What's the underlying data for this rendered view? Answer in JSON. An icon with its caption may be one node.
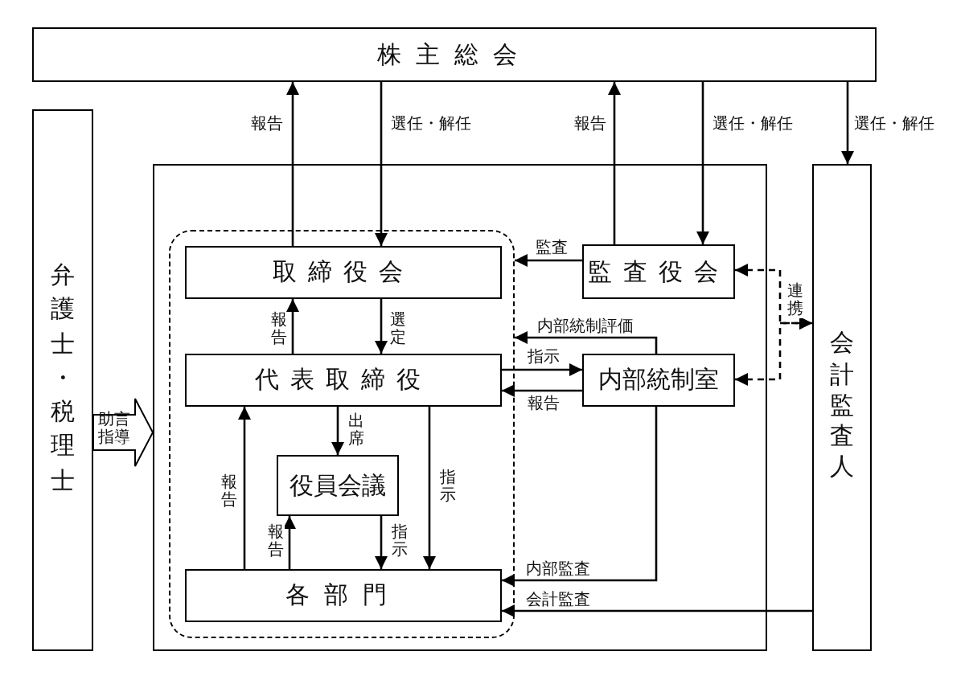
{
  "diagram": {
    "nodes": [
      {
        "text": [
          "株主総会"
        ]
      },
      {
        "text": [
          "弁護士・税理士"
        ]
      },
      {
        "text": [],
        "shape": "box"
      },
      {
        "text": [],
        "shape": "box",
        "in": 2
      },
      {
        "text": [
          "取締役会"
        ],
        "in": 3
      },
      {
        "text": [
          "代表取締役"
        ],
        "in": 3
      },
      {
        "text": [
          "役員会議"
        ],
        "in": 3
      },
      {
        "text": [
          "各部門"
        ],
        "in": 3
      },
      {
        "text": [
          "監査役会"
        ],
        "in": 2
      },
      {
        "text": [
          "内部統制室"
        ],
        "in": 2
      },
      {
        "text": [
          "会計監査人"
        ]
      }
    ],
    "edges": [
      {
        "from": 4,
        "to": 0,
        "arrow": "to",
        "label": "報告"
      },
      {
        "from": 0,
        "to": 4,
        "arrow": "to",
        "label": "選任・解任"
      },
      {
        "from": 8,
        "to": 0,
        "arrow": "to",
        "label": "報告"
      },
      {
        "from": 0,
        "to": 8,
        "arrow": "to",
        "label": "選任・解任"
      },
      {
        "from": 0,
        "to": 10,
        "arrow": "to",
        "label": "選任・解任"
      },
      {
        "from": 5,
        "to": 4,
        "arrow": "to",
        "label": "報告"
      },
      {
        "from": 4,
        "to": 5,
        "arrow": "to",
        "label": "選定"
      },
      {
        "from": 5,
        "to": 6,
        "arrow": "to",
        "label": "出席"
      },
      {
        "from": 5,
        "to": 7,
        "arrow": "to",
        "label": "指示"
      },
      {
        "from": 7,
        "to": 5,
        "arrow": "to",
        "label": "報告"
      },
      {
        "from": 7,
        "to": 6,
        "arrow": "to",
        "label": "報告"
      },
      {
        "from": 6,
        "to": 7,
        "arrow": "to",
        "label": "指示"
      },
      {
        "from": 8,
        "to": 3,
        "arrow": "to",
        "label": "監査"
      },
      {
        "from": 9,
        "to": 3,
        "arrow": "to",
        "label": "内部統制評価"
      },
      {
        "from": 5,
        "to": 9,
        "arrow": "to",
        "label": "指示"
      },
      {
        "from": 9,
        "to": 5,
        "arrow": "to",
        "label": "報告"
      },
      {
        "from": 9,
        "to": 7,
        "arrow": "to",
        "label": "内部監査"
      },
      {
        "from": 10,
        "to": 7,
        "arrow": "to",
        "label": "会計監査"
      },
      {
        "from": 8,
        "to": 10,
        "arrow": "both",
        "style": "dashed",
        "label": "連携"
      },
      {
        "from": 9,
        "to": 10,
        "arrow": "both",
        "style": "dashed"
      },
      {
        "from": 1,
        "to": 2,
        "arrow": "to",
        "style": "thick",
        "label": "助言指導"
      }
    ]
  }
}
